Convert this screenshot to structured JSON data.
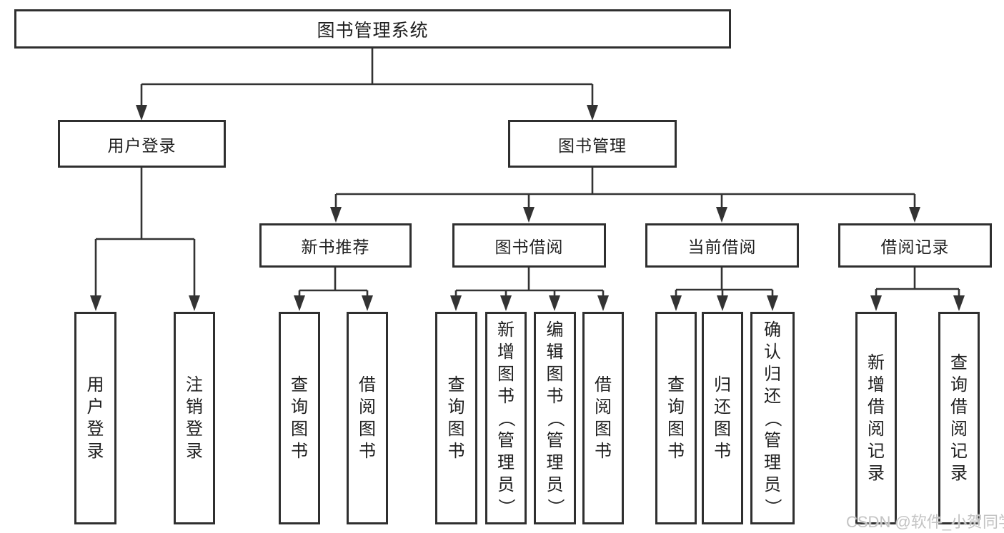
{
  "colors": {
    "line": "#333333",
    "border": "#2f2f2f",
    "text": "#1f1f1f",
    "background": "#ffffff",
    "watermark_color": "#c3c3c3"
  },
  "tree": {
    "root": "图书管理系统",
    "children": [
      {
        "label": "用户登录",
        "children": [
          "用户登录",
          "注销登录"
        ]
      },
      {
        "label": "图书管理",
        "children": [
          {
            "label": "新书推荐",
            "children": [
              "查询图书",
              "借阅图书"
            ]
          },
          {
            "label": "图书借阅",
            "children": [
              "查询图书",
              "新增图书（管理员）",
              "编辑图书（管理员）",
              "借阅图书"
            ]
          },
          {
            "label": "当前借阅",
            "children": [
              "查询图书",
              "归还图书",
              "确认归还（管理员）"
            ]
          },
          {
            "label": "借阅记录",
            "children": [
              "新增借阅记录",
              "查询借阅记录"
            ]
          }
        ]
      }
    ]
  },
  "watermark": {
    "text": "CSDN @软件_小贺同学"
  }
}
